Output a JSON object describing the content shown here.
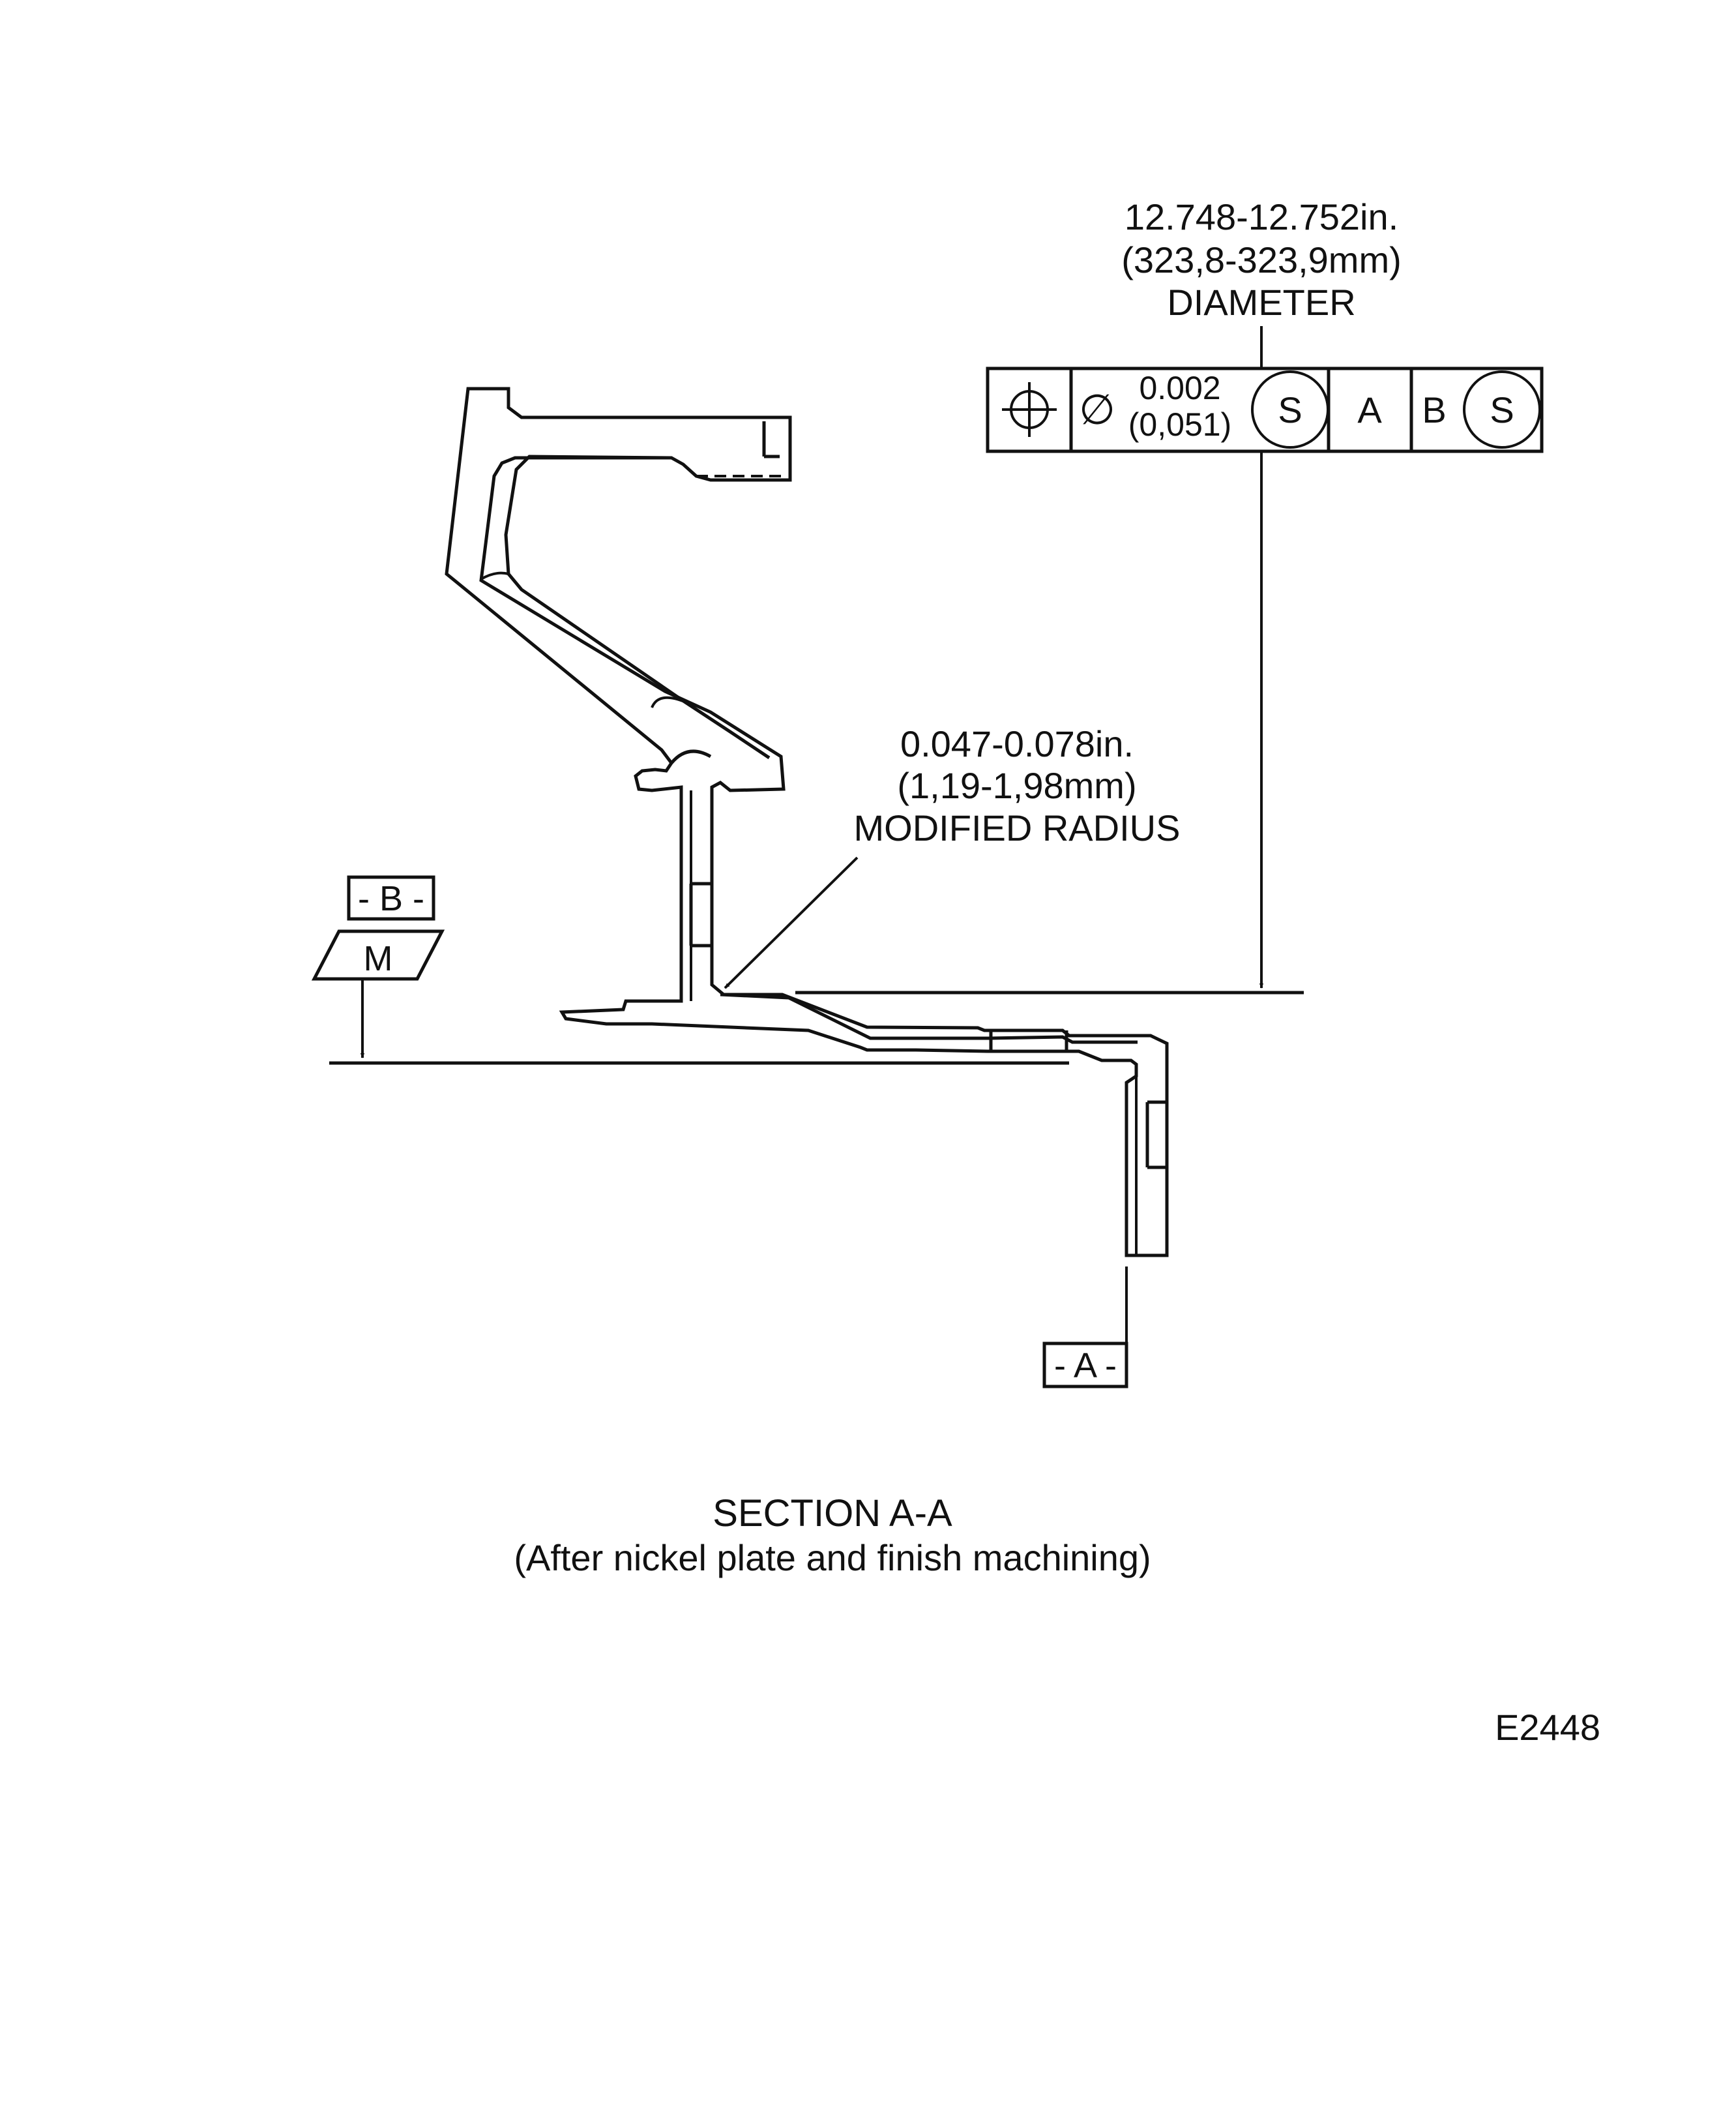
{
  "diameter_callout": {
    "line1": "12.748-12.752in.",
    "line2": "(323,8-323,9mm)",
    "line3": "DIAMETER"
  },
  "feature_control_frame": {
    "symbol": "position-icon",
    "diameter_symbol": "∅",
    "tolerance_in": "0.002",
    "tolerance_mm": "(0,051)",
    "modifier_1": "S",
    "datum_1": "A",
    "datum_2": "B",
    "modifier_2": "S"
  },
  "radius_callout": {
    "line1": "0.047-0.078in.",
    "line2": "(1,19-1,98mm)",
    "line3": "MODIFIED RADIUS"
  },
  "datum_b": {
    "label": "- B -",
    "modifier": "M"
  },
  "datum_a": {
    "label": "- A -"
  },
  "caption": {
    "title": "SECTION A-A",
    "subtitle": "(After nickel plate and finish machining)"
  },
  "figure_id": "E2448"
}
